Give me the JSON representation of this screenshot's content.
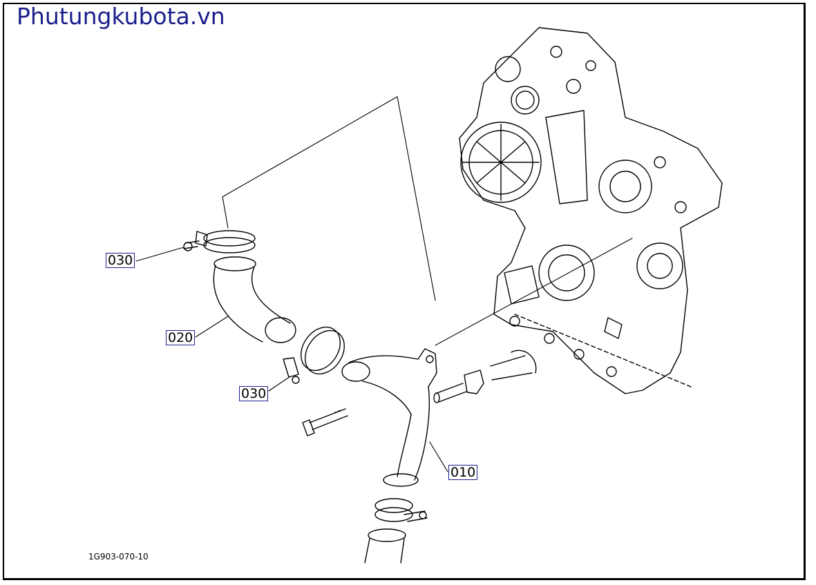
{
  "brand": {
    "text": "Phutungkubota.vn",
    "color": "#1a1e8c"
  },
  "drawing_code": "1G903-070-10",
  "callouts": [
    {
      "id": "c1",
      "text": "030"
    },
    {
      "id": "c2",
      "text": "020"
    },
    {
      "id": "c3",
      "text": "030"
    },
    {
      "id": "c4",
      "text": "010"
    }
  ]
}
